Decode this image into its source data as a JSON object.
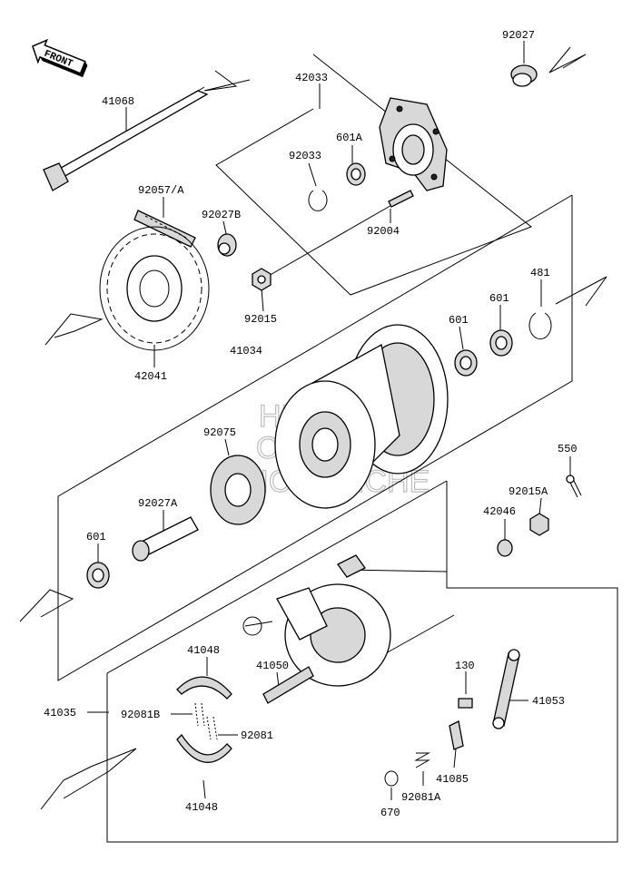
{
  "front_label": "FRONT",
  "watermark": [
    "HESMS",
    "ONLINE",
    "MICROFICHE"
  ],
  "parts": {
    "p92027": "92027",
    "p41068": "41068",
    "p42033": "42033",
    "p601A": "601A",
    "p92033": "92033",
    "p92057A": "92057/A",
    "p92027B": "92027B",
    "p92004": "92004",
    "p481": "481",
    "p601_top": "601",
    "p601_mid": "601",
    "p92015": "92015",
    "p41034": "41034",
    "p42041": "42041",
    "p92075": "92075",
    "p550": "550",
    "p92015A": "92015A",
    "p92027A": "92027A",
    "p42046": "42046",
    "p601_low": "601",
    "p41048_top": "41048",
    "p41050": "41050",
    "p130": "130",
    "p41053": "41053",
    "p41035": "41035",
    "p92081B": "92081B",
    "p92081": "92081",
    "p41085": "41085",
    "p92081A": "92081A",
    "p41048_bot": "41048",
    "p670": "670"
  }
}
